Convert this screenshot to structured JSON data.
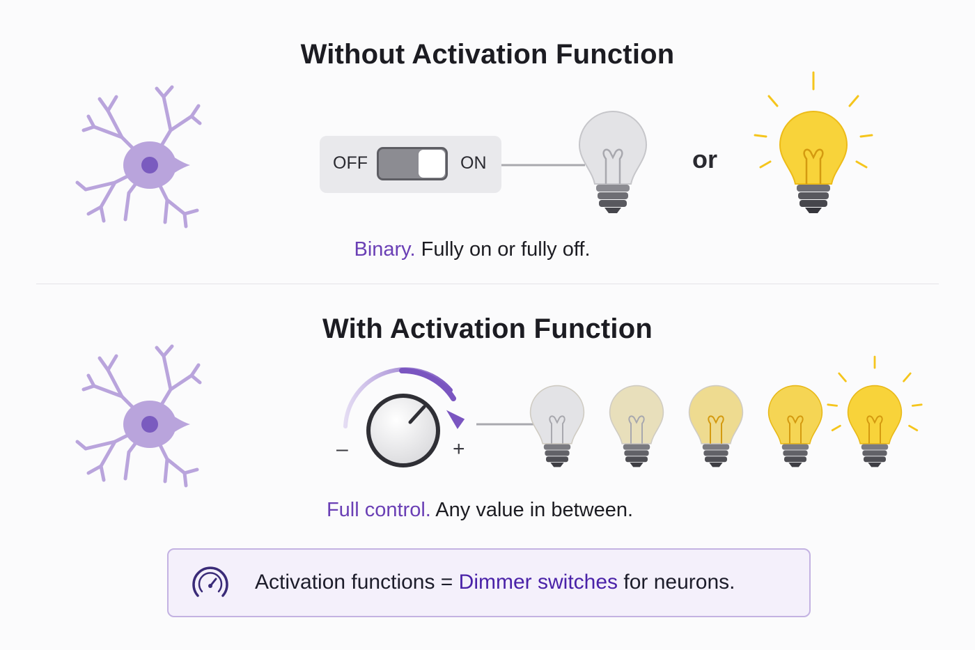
{
  "top": {
    "title": "Without Activation Function",
    "switch_off": "OFF",
    "switch_on": "ON",
    "or": "or",
    "caption_highlight": "Binary.",
    "caption_rest": "Fully on or fully off."
  },
  "bottom": {
    "title": "With Activation Function",
    "minus": "–",
    "plus": "+",
    "caption_highlight": "Full control.",
    "caption_rest": "Any value in between.",
    "bulb_brightness": [
      0,
      0.25,
      0.5,
      0.85,
      1
    ]
  },
  "banner": {
    "prefix": "Activation functions = ",
    "highlight": "Dimmer switches",
    "suffix": " for neurons.",
    "icon": "dial-icon"
  },
  "colors": {
    "neuron": "#b9a4dc",
    "neuron_nucleus": "#7a5bbf",
    "accent": "#6a3fb5",
    "bulb_on": "#f8d33a",
    "bulb_off": "#e3e3e6",
    "ray": "#f5c51c"
  },
  "icons": [
    "neuron-icon",
    "toggle-switch-icon",
    "lightbulb-icon",
    "dimmer-knob-icon",
    "dial-icon"
  ]
}
